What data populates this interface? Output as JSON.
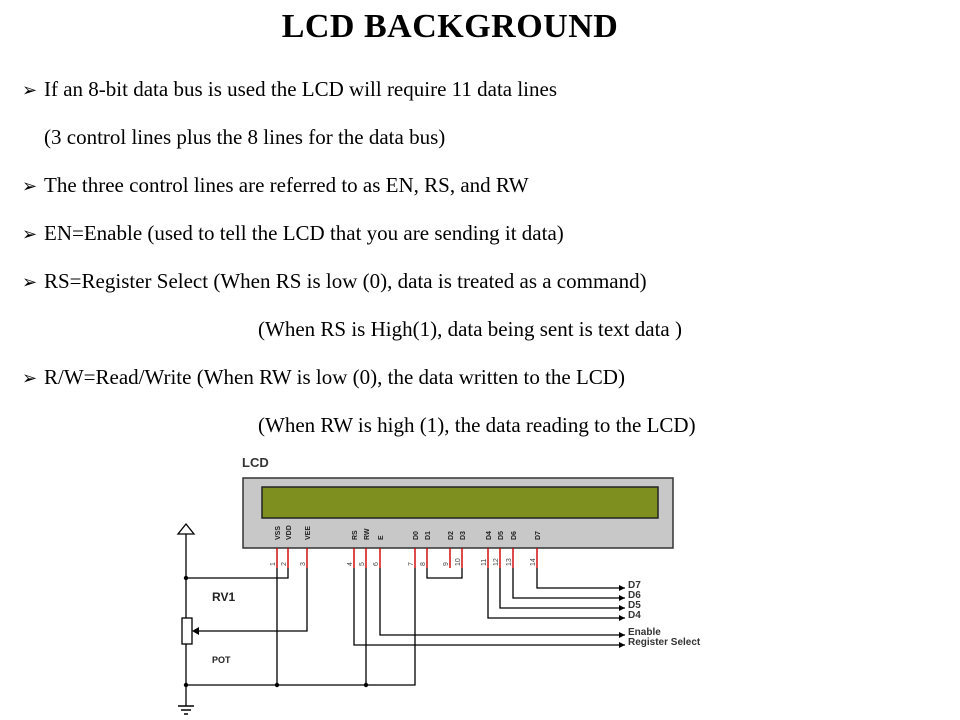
{
  "title": "LCD BACKGROUND",
  "bullet_glyph": "➢",
  "lines": [
    {
      "bullet": true,
      "text": "If an 8-bit data bus is used the LCD will require 11 data lines"
    },
    {
      "bullet": false,
      "text": "(3 control lines plus the 8 lines for the data bus)"
    },
    {
      "bullet": true,
      "text": "The three control lines are referred to as EN, RS, and RW"
    },
    {
      "bullet": true,
      "text": "EN=Enable (used to tell the LCD that you are sending it data)"
    },
    {
      "bullet": true,
      "text": "RS=Register Select (When RS is low (0), data is treated as a command)"
    },
    {
      "bullet": false,
      "text": "(When RS is High(1), data being sent is text data )"
    },
    {
      "bullet": true,
      "text": "R/W=Read/Write   (When RW is low (0), the data  written to the LCD)"
    },
    {
      "bullet": false,
      "text": "(When RW is high (1), the data  reading to the LCD)"
    }
  ],
  "diagram": {
    "lcd_label": "LCD",
    "pin_names": [
      "VSS",
      "VDD",
      "VEE",
      "RS",
      "RW",
      "E",
      "D0",
      "D1",
      "D2",
      "D3",
      "D4",
      "D5",
      "D6",
      "D7"
    ],
    "pin_numbers": [
      "1",
      "2",
      "3",
      "4",
      "5",
      "6",
      "7",
      "8",
      "9",
      "10",
      "11",
      "12",
      "13",
      "14"
    ],
    "pot_ref": "RV1",
    "pot_value": "POT",
    "signal_labels": [
      "D7",
      "D6",
      "D5",
      "D4",
      "Enable",
      "Register Select"
    ],
    "colors": {
      "lcd_screen": "#7f8f1f",
      "lcd_body": "#c8c8c8",
      "wire": "#000000",
      "pin_red": "#cc0000",
      "arrow_fill": "#ffffff"
    }
  }
}
